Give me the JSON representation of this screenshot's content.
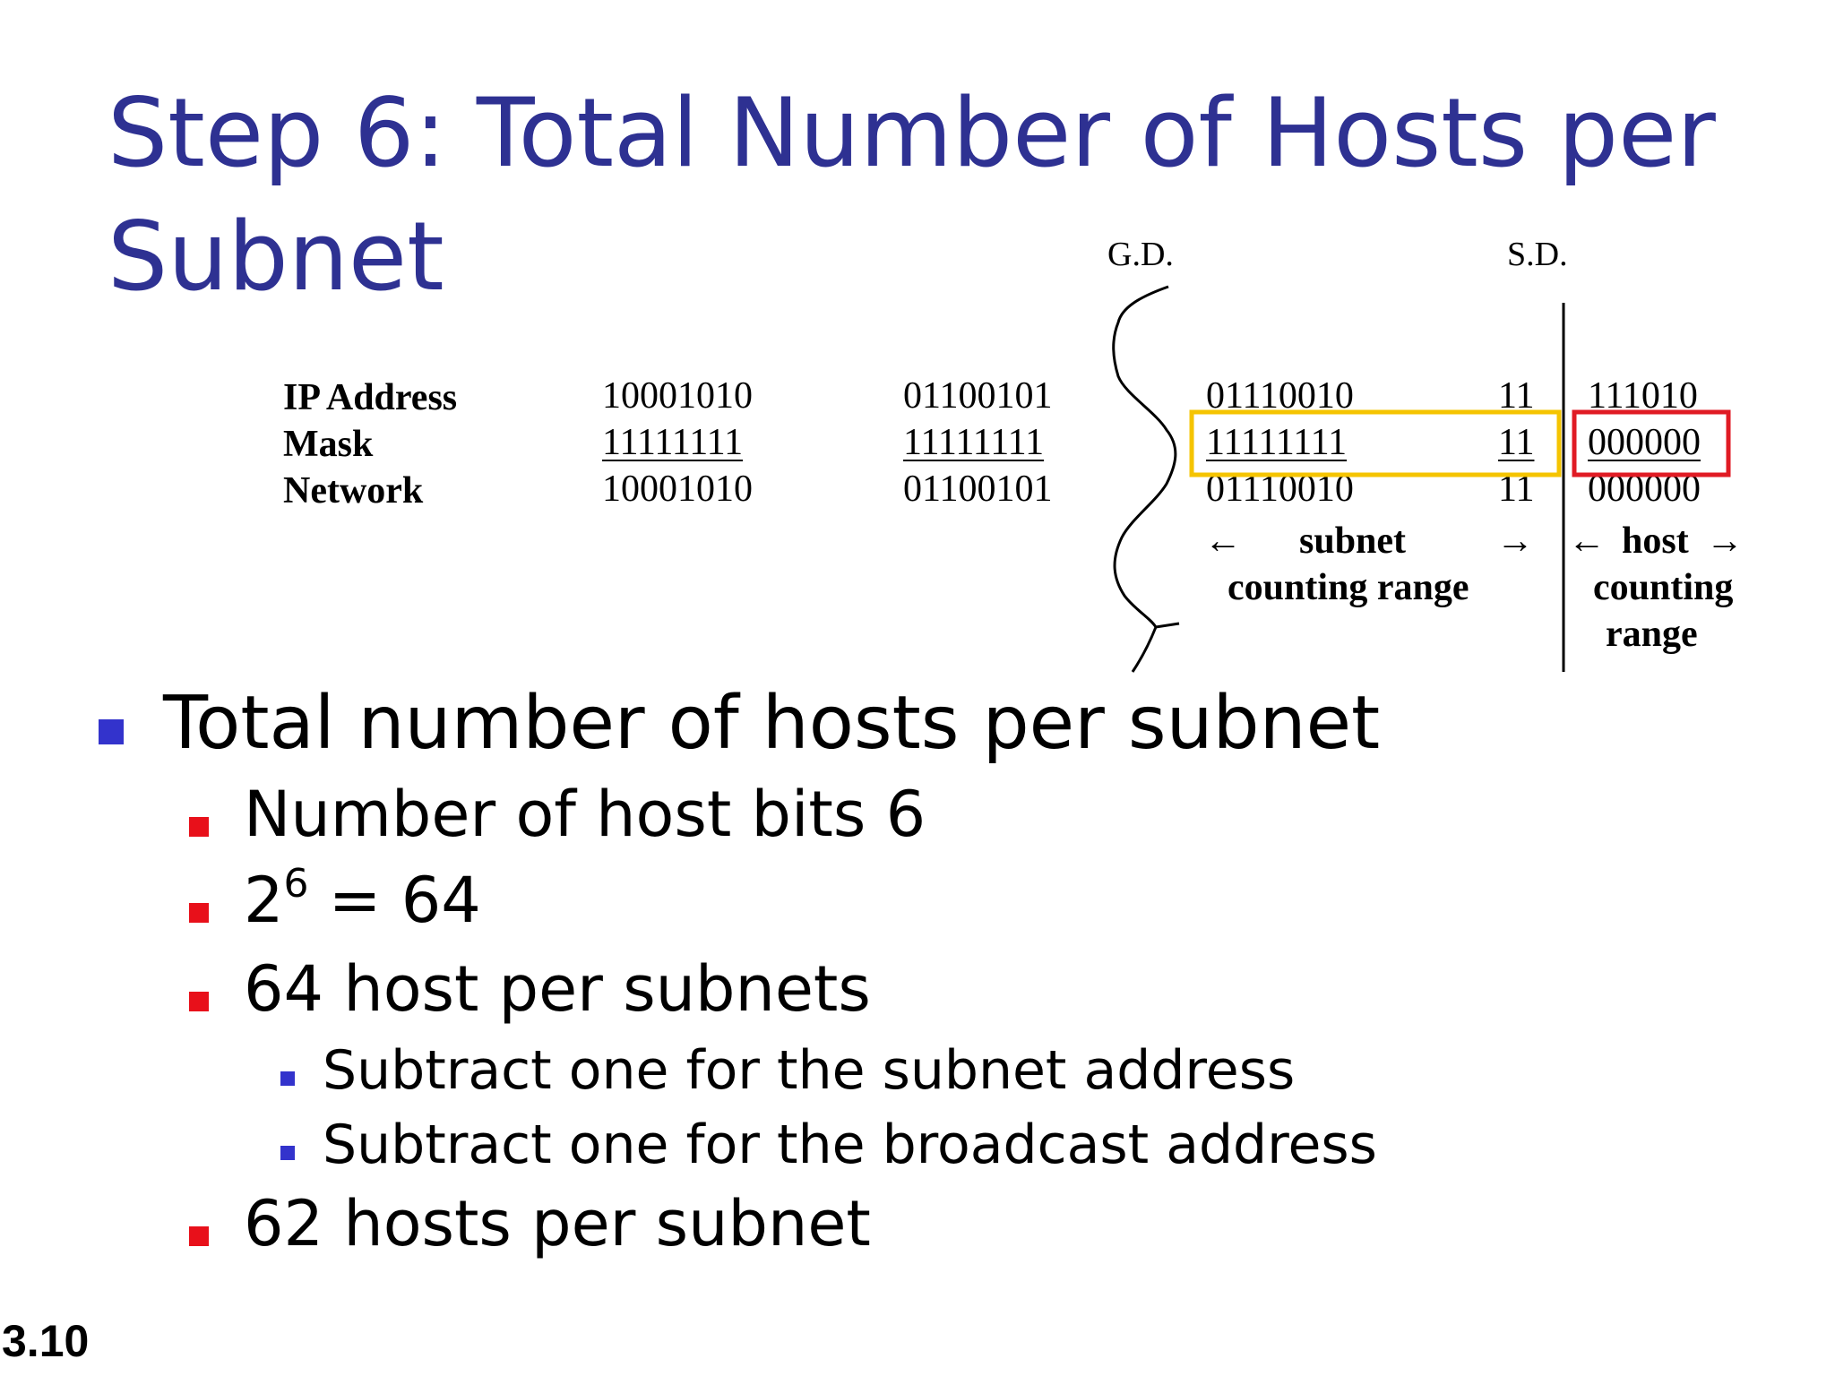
{
  "slide": {
    "title": "Step 6: Total Number of Hosts per Subnet",
    "page_number": "3.10"
  },
  "diagram": {
    "gd_label": "G.D.",
    "sd_label": "S.D.",
    "row_labels": [
      "IP Address",
      "Mask",
      "Network"
    ],
    "rows": [
      [
        "10001010",
        "01100101",
        "01110010",
        "11",
        "111010"
      ],
      [
        "11111111",
        "11111111",
        "11111111",
        "11",
        "000000"
      ],
      [
        "10001010",
        "01100101",
        "01110010",
        "11",
        "000000"
      ]
    ],
    "subnet_range": {
      "arrow_left": "←",
      "word1": "subnet",
      "arrow_right": "→",
      "word2": "counting range"
    },
    "host_range": {
      "arrow_left": "←",
      "word1": "host",
      "arrow_right": "→",
      "word2": "counting",
      "word3": "range"
    },
    "highlight_colors": {
      "subnet_mask_box": "#f5c400",
      "host_mask_box": "#e01b24"
    }
  },
  "bullets": {
    "level1": "Total number of hosts per subnet",
    "level2_a": "Number of host bits 6",
    "level2_b_base": "2",
    "level2_b_exp": "6",
    "level2_b_rest": " = 64",
    "level2_c": "64 host per subnets",
    "level3_a": "Subtract one for the subnet address",
    "level3_b": "Subtract one for the broadcast address",
    "level2_d": "62 hosts per subnet"
  },
  "colors": {
    "title": "#2e3192",
    "bullet_level1": "#3333cc",
    "bullet_level2": "#e8101a",
    "bullet_level3": "#3333cc"
  }
}
